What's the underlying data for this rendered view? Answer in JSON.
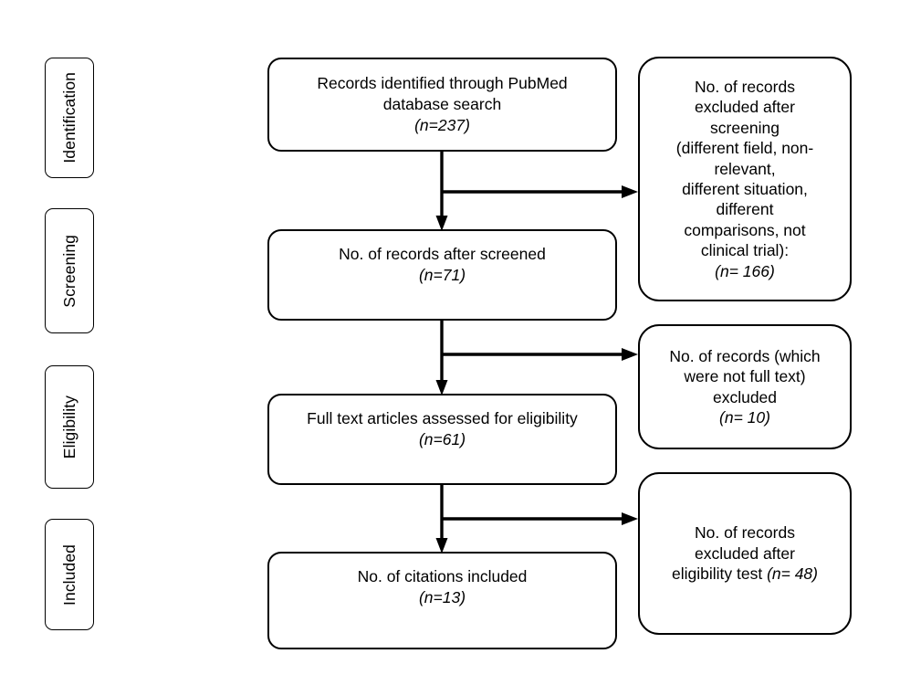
{
  "diagram": {
    "type": "prisma-flow-diagram",
    "title": "PRISMA study selection flow diagram",
    "line_color": "#000000",
    "background_color": "#ffffff",
    "box_fill": "#ffffff"
  },
  "stages": [
    {
      "label": "Identification"
    },
    {
      "label": "Screening"
    },
    {
      "label": "Eligibility"
    },
    {
      "label": "Included"
    }
  ],
  "flow": [
    {
      "name": "records-identified",
      "text": "Records identified through PubMed\ndatabase search",
      "count_label": "(n=237)",
      "count": 237
    },
    {
      "name": "records-after-screened",
      "text": "No. of records after screened",
      "count_label": "(n=71)",
      "count": 71
    },
    {
      "name": "full-text-assessed",
      "text": "Full text articles assessed for eligibility",
      "count_label": "(n=61)",
      "count": 61
    },
    {
      "name": "citations-included",
      "text": "No. of citations included",
      "count_label": "(n=13)",
      "count": 13
    }
  ],
  "excluded": [
    {
      "name": "excluded-after-screening",
      "text": "No. of records\nexcluded after\nscreening\n(different field, non-\nrelevant,\ndifferent situation,\ndifferent\ncomparisons, not\nclinical trial):",
      "count_label": "(n= 166)",
      "count": 166
    },
    {
      "name": "excluded-not-full-text",
      "text": "No. of records (which\nwere not full text)\nexcluded",
      "count_label": "(n= 10)",
      "count": 10
    },
    {
      "name": "excluded-after-eligibility",
      "text_line1": "No. of records",
      "text_line2": "excluded after",
      "text_line3_prefix": "eligibility test ",
      "count_label": "(n= 48)",
      "count": 48
    }
  ]
}
